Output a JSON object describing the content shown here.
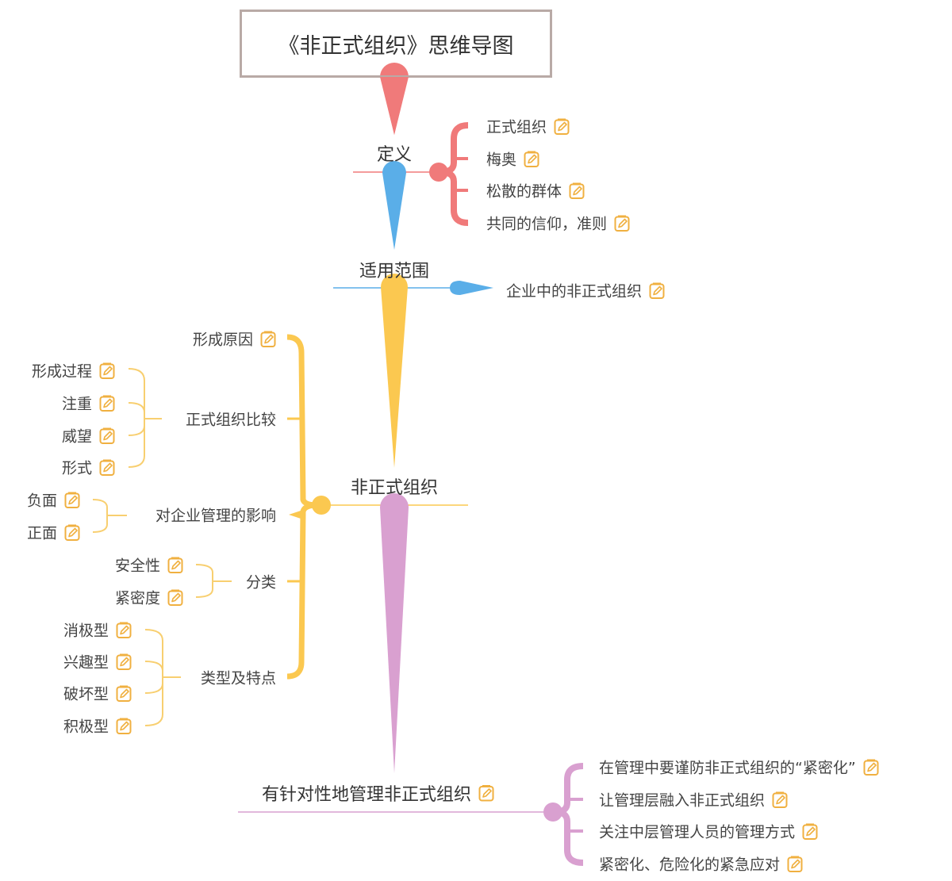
{
  "title": "《非正式组织》思维导图",
  "colors": {
    "definition": "#f07a7a",
    "scope": "#5aaee8",
    "informal": "#fbc850",
    "manage": "#d9a0d0",
    "note_icon": "#f0b040"
  },
  "branches": {
    "definition": {
      "label": "定义",
      "children": [
        "正式组织",
        "梅奥",
        "松散的群体",
        "共同的信仰，准则"
      ]
    },
    "scope": {
      "label": "适用范围",
      "children": [
        "企业中的非正式组织"
      ]
    },
    "informal": {
      "label": "非正式组织",
      "formation_cause": "形成原因",
      "comparison": {
        "label": "正式组织比较",
        "children": [
          "形成过程",
          "注重",
          "威望",
          "形式"
        ]
      },
      "impact": {
        "label": "对企业管理的影响",
        "children": [
          "负面",
          "正面"
        ]
      },
      "classification": {
        "label": "分类",
        "children": [
          "安全性",
          "紧密度"
        ]
      },
      "types": {
        "label": "类型及特点",
        "children": [
          "消极型",
          "兴趣型",
          "破坏型",
          "积极型"
        ]
      }
    },
    "manage": {
      "label": "有针对性地管理非正式组织",
      "children": [
        "在管理中要谨防非正式组织的“紧密化”",
        "让管理层融入非正式组织",
        "关注中层管理人员的管理方式",
        "紧密化、危险化的紧急应对"
      ]
    }
  }
}
